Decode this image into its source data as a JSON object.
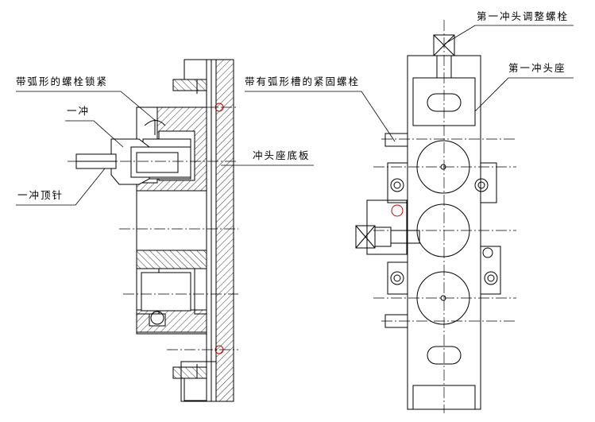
{
  "labels": {
    "arc_bolt_lock": "带弧形的螺栓锁紧",
    "first_punch": "一冲",
    "first_punch_pin": "一冲顶针",
    "arc_slot_bolt": "带有弧形槽的紧固螺栓",
    "punch_seat_base": "冲头座底板",
    "first_punch_adjust_bolt": "第一冲头调整螺栓",
    "first_punch_seat": "第一冲头座"
  },
  "colors": {
    "line": "#000000",
    "centerline": "#000000",
    "highlight": "#cc0000",
    "background": "#ffffff"
  }
}
